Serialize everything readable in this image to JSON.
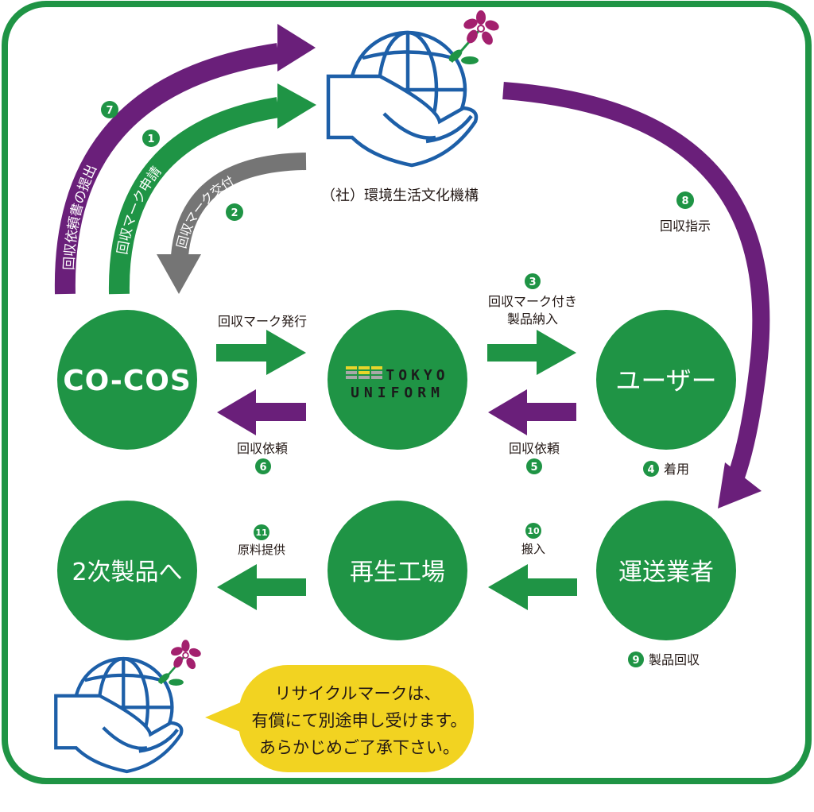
{
  "colors": {
    "green": "#1f9445",
    "purple": "#6a1f7a",
    "gray": "#757575",
    "logo_blue": "#1d5fa8",
    "flower": "#a3206e",
    "leaf": "#1f9445",
    "bubble": "#f2d321",
    "text": "#231815",
    "tokyo_yellow": "#e8d52a",
    "tokyo_gray": "#a8a8a8"
  },
  "organization": {
    "name": "（社）環境生活文化機構",
    "logo_icon": "globe-in-hand-with-flower-icon"
  },
  "nodes": {
    "cocos": {
      "label": "CO-COS"
    },
    "tokyo_uniform": {
      "line1": "TOKYO",
      "line2": "UNIFORM"
    },
    "user": {
      "label": "ユーザー"
    },
    "secondary_products": {
      "label": "2次製品へ"
    },
    "recycling_factory": {
      "label": "再生工場"
    },
    "carrier": {
      "label": "運送業者"
    }
  },
  "steps": [
    {
      "num": "1",
      "label": "回収マーク申請",
      "color": "green"
    },
    {
      "num": "2",
      "label": "回収マーク交付",
      "color": "gray"
    },
    {
      "num": "3",
      "label_line1": "回収マーク付き",
      "label_line2": "製品納入",
      "color": "green"
    },
    {
      "num": "4",
      "label": "着用"
    },
    {
      "num": "5",
      "label": "回収依頼",
      "color": "purple"
    },
    {
      "num": "6",
      "label": "回収依頼",
      "color": "purple"
    },
    {
      "num": "7",
      "label": "回収依頼書の提出",
      "color": "purple"
    },
    {
      "num": "8",
      "label": "回収指示",
      "color": "purple"
    },
    {
      "num": "9",
      "label": "製品回収"
    },
    {
      "num": "10",
      "label": "搬入",
      "color": "green"
    },
    {
      "num": "11",
      "label": "原料提供",
      "color": "green"
    }
  ],
  "unnumbered_arrows": {
    "mark_issue": "回収マーク発行"
  },
  "notice": {
    "line1": "リサイクルマークは、",
    "line2": "有償にて別途申し受けます。",
    "line3": "あらかじめご了承下さい。"
  }
}
